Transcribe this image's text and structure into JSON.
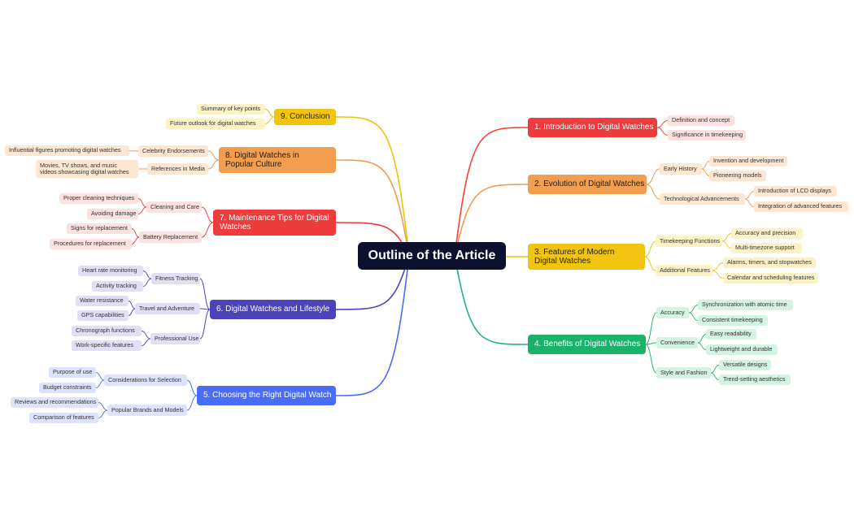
{
  "central": {
    "label": "Outline of the Article",
    "bg": "#0c1130"
  },
  "branches": [
    {
      "id": "b1",
      "label": "1. Introduction to Digital Watches",
      "color": "#f44336",
      "bg": "#ee3b3b",
      "text": "#ffffff",
      "light": "#fde0e0",
      "children": [
        {
          "id": "b1c1",
          "label": "Definition and concept",
          "leaf": true
        },
        {
          "id": "b1c2",
          "label": "Significance in timekeeping",
          "leaf": true
        }
      ]
    },
    {
      "id": "b2",
      "label": "2. Evolution of Digital Watches",
      "color": "#f39a4b",
      "bg": "#f39d4e",
      "text": "#2b1a0a",
      "light": "#fde6d2",
      "children": [
        {
          "id": "b2c1",
          "label": "Early History",
          "children": [
            {
              "id": "b2c1l1",
              "label": "Invention and development"
            },
            {
              "id": "b2c1l2",
              "label": "Pioneering models"
            }
          ]
        },
        {
          "id": "b2c2",
          "label": "Technological Advancements",
          "children": [
            {
              "id": "b2c2l1",
              "label": "Introduction of LCD displays"
            },
            {
              "id": "b2c2l2",
              "label": "Integration of advanced features"
            }
          ]
        }
      ]
    },
    {
      "id": "b3",
      "label": "3. Features of Modern Digital Watches",
      "color": "#eac413",
      "bg": "#f1c40f",
      "text": "#2a2300",
      "light": "#fcf2c6",
      "children": [
        {
          "id": "b3c1",
          "label": "Timekeeping Functions",
          "children": [
            {
              "id": "b3c1l1",
              "label": "Accuracy and precision"
            },
            {
              "id": "b3c1l2",
              "label": "Multi-timezone support"
            }
          ]
        },
        {
          "id": "b3c2",
          "label": "Additional Features",
          "children": [
            {
              "id": "b3c2l1",
              "label": "Alarms, timers, and stopwatches"
            },
            {
              "id": "b3c2l2",
              "label": "Calendar and scheduling features"
            }
          ]
        }
      ]
    },
    {
      "id": "b4",
      "label": "4. Benefits of Digital Watches",
      "color": "#22b573",
      "bg": "#19b26a",
      "text": "#ffffff",
      "light": "#d3f3e3",
      "children": [
        {
          "id": "b4c1",
          "label": "Accuracy",
          "children": [
            {
              "id": "b4c1l1",
              "label": "Synchronization with atomic time"
            },
            {
              "id": "b4c1l2",
              "label": "Consistent timekeeping"
            }
          ]
        },
        {
          "id": "b4c2",
          "label": "Convenience",
          "children": [
            {
              "id": "b4c2l1",
              "label": "Easy readability"
            },
            {
              "id": "b4c2l2",
              "label": "Lightweight and durable"
            }
          ]
        },
        {
          "id": "b4c3",
          "label": "Style and Fashion",
          "children": [
            {
              "id": "b4c3l1",
              "label": "Versatile designs"
            },
            {
              "id": "b4c3l2",
              "label": "Trend-setting aesthetics"
            }
          ]
        }
      ]
    },
    {
      "id": "b5",
      "label": "5. Choosing the Right Digital Watch",
      "color": "#4a6cf7",
      "bg": "#4a6cf7",
      "text": "#ffffff",
      "light": "#dde3fd",
      "children": [
        {
          "id": "b5c1",
          "label": "Considerations for Selection",
          "children": [
            {
              "id": "b5c1l1",
              "label": "Purpose of use"
            },
            {
              "id": "b5c1l2",
              "label": "Budget constraints"
            }
          ]
        },
        {
          "id": "b5c2",
          "label": "Popular Brands and Models",
          "children": [
            {
              "id": "b5c2l1",
              "label": "Reviews and recommendations"
            },
            {
              "id": "b5c2l2",
              "label": "Comparison of features"
            }
          ]
        }
      ]
    },
    {
      "id": "b6",
      "label": "6. Digital Watches and Lifestyle",
      "color": "#4b45b8",
      "bg": "#4a44b8",
      "text": "#ffffff",
      "light": "#e0dff5",
      "children": [
        {
          "id": "b6c1",
          "label": "Fitness Tracking",
          "children": [
            {
              "id": "b6c1l1",
              "label": "Heart rate monitoring"
            },
            {
              "id": "b6c1l2",
              "label": "Activity tracking"
            }
          ]
        },
        {
          "id": "b6c2",
          "label": "Travel and Adventure",
          "children": [
            {
              "id": "b6c2l1",
              "label": "Water resistance"
            },
            {
              "id": "b6c2l2",
              "label": "GPS capabilities"
            }
          ]
        },
        {
          "id": "b6c3",
          "label": "Professional Use",
          "children": [
            {
              "id": "b6c3l1",
              "label": "Chronograph functions"
            },
            {
              "id": "b6c3l2",
              "label": "Work-specific features"
            }
          ]
        }
      ]
    },
    {
      "id": "b7",
      "label": "7. Maintenance Tips for Digital Watches",
      "color": "#ee3b3b",
      "bg": "#ee3b3b",
      "text": "#ffffff",
      "light": "#fde0e0",
      "children": [
        {
          "id": "b7c1",
          "label": "Cleaning and Care",
          "children": [
            {
              "id": "b7c1l1",
              "label": "Proper cleaning techniques"
            },
            {
              "id": "b7c1l2",
              "label": "Avoiding damage"
            }
          ]
        },
        {
          "id": "b7c2",
          "label": "Battery Replacement",
          "children": [
            {
              "id": "b7c2l1",
              "label": "Signs for replacement"
            },
            {
              "id": "b7c2l2",
              "label": "Procedures for replacement"
            }
          ]
        }
      ]
    },
    {
      "id": "b8",
      "label": "8. Digital Watches in Popular Culture",
      "color": "#f39a4b",
      "bg": "#f39d4e",
      "text": "#2b1a0a",
      "light": "#fde6d2",
      "children": [
        {
          "id": "b8c1",
          "label": "Celebrity Endorsements",
          "children": [
            {
              "id": "b8c1l1",
              "label": "Influential figures promoting digital watches"
            }
          ]
        },
        {
          "id": "b8c2",
          "label": "References in Media",
          "children": [
            {
              "id": "b8c2l1",
              "label": "Movies, TV shows, and music videos showcasing digital watches"
            }
          ]
        }
      ]
    },
    {
      "id": "b9",
      "label": "9. Conclusion",
      "color": "#eac413",
      "bg": "#f1c40f",
      "text": "#2a2300",
      "light": "#fcf2c6",
      "children": [
        {
          "id": "b9c1",
          "label": "Summary of key points",
          "leaf": true
        },
        {
          "id": "b9c2",
          "label": "Future outlook for digital watches",
          "leaf": true
        }
      ]
    }
  ]
}
